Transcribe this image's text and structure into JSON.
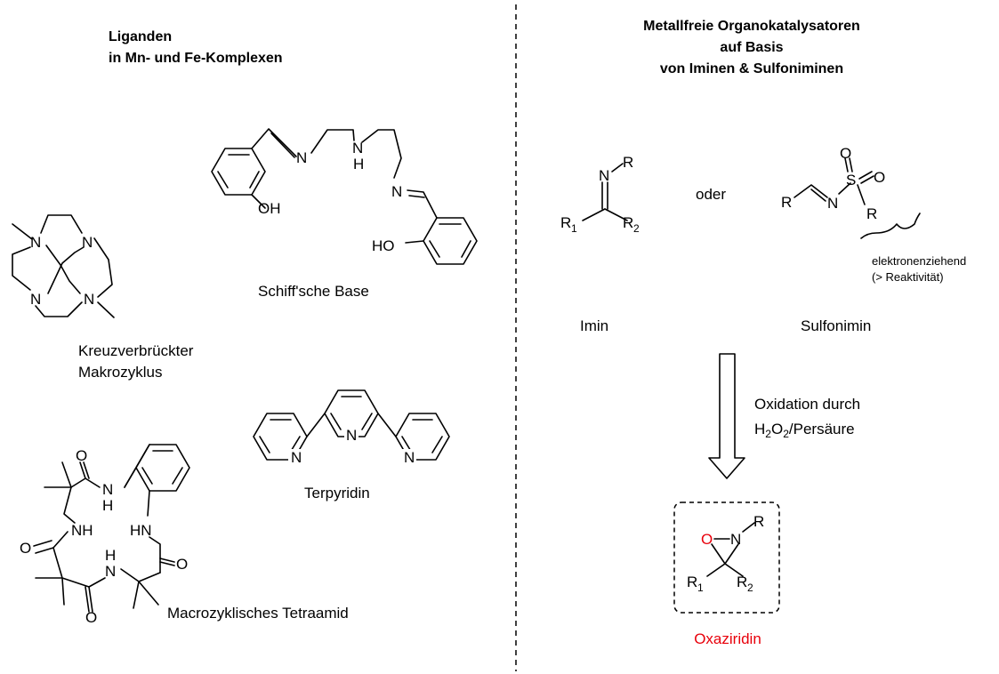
{
  "left": {
    "title_line1": "Liganden",
    "title_line2": "in Mn- und Fe-Komplexen",
    "macrocycle_label_1": "Kreuzverbrückter",
    "macrocycle_label_2": "Makrozyklus",
    "schiff_label": "Schiff'sche Base",
    "terpyridine_label": "Terpyridin",
    "tetraamide_label": "Macrozyklisches Tetraamid"
  },
  "right": {
    "title_line1": "Metallfreie Organokatalysatoren",
    "title_line2": "auf Basis",
    "title_line3": "von Iminen & Sulfoniminen",
    "or_text": "oder",
    "imine_label": "Imin",
    "sulfonimine_label": "Sulfonimin",
    "ewg_note_1": "elektronenziehend",
    "ewg_note_2": "(> Reaktivität)",
    "oxidation_1": "Oxidation durch",
    "oxidation_2_prefix": "H",
    "oxidation_2_sub1": "2",
    "oxidation_2_mid": "O",
    "oxidation_2_sub2": "2",
    "oxidation_2_suffix": "/Persäure",
    "product_label": "Oxaziridin"
  },
  "atoms": {
    "N": "N",
    "H": "H",
    "NH": "NH",
    "HN": "HN",
    "O": "O",
    "S": "S",
    "R": "R",
    "OH": "OH",
    "HO": "HO",
    "R1": "R",
    "R2": "R",
    "one": "1",
    "two": "2"
  },
  "colors": {
    "accent_red": "#e8000b",
    "line": "#000000",
    "divider": "#000000"
  }
}
